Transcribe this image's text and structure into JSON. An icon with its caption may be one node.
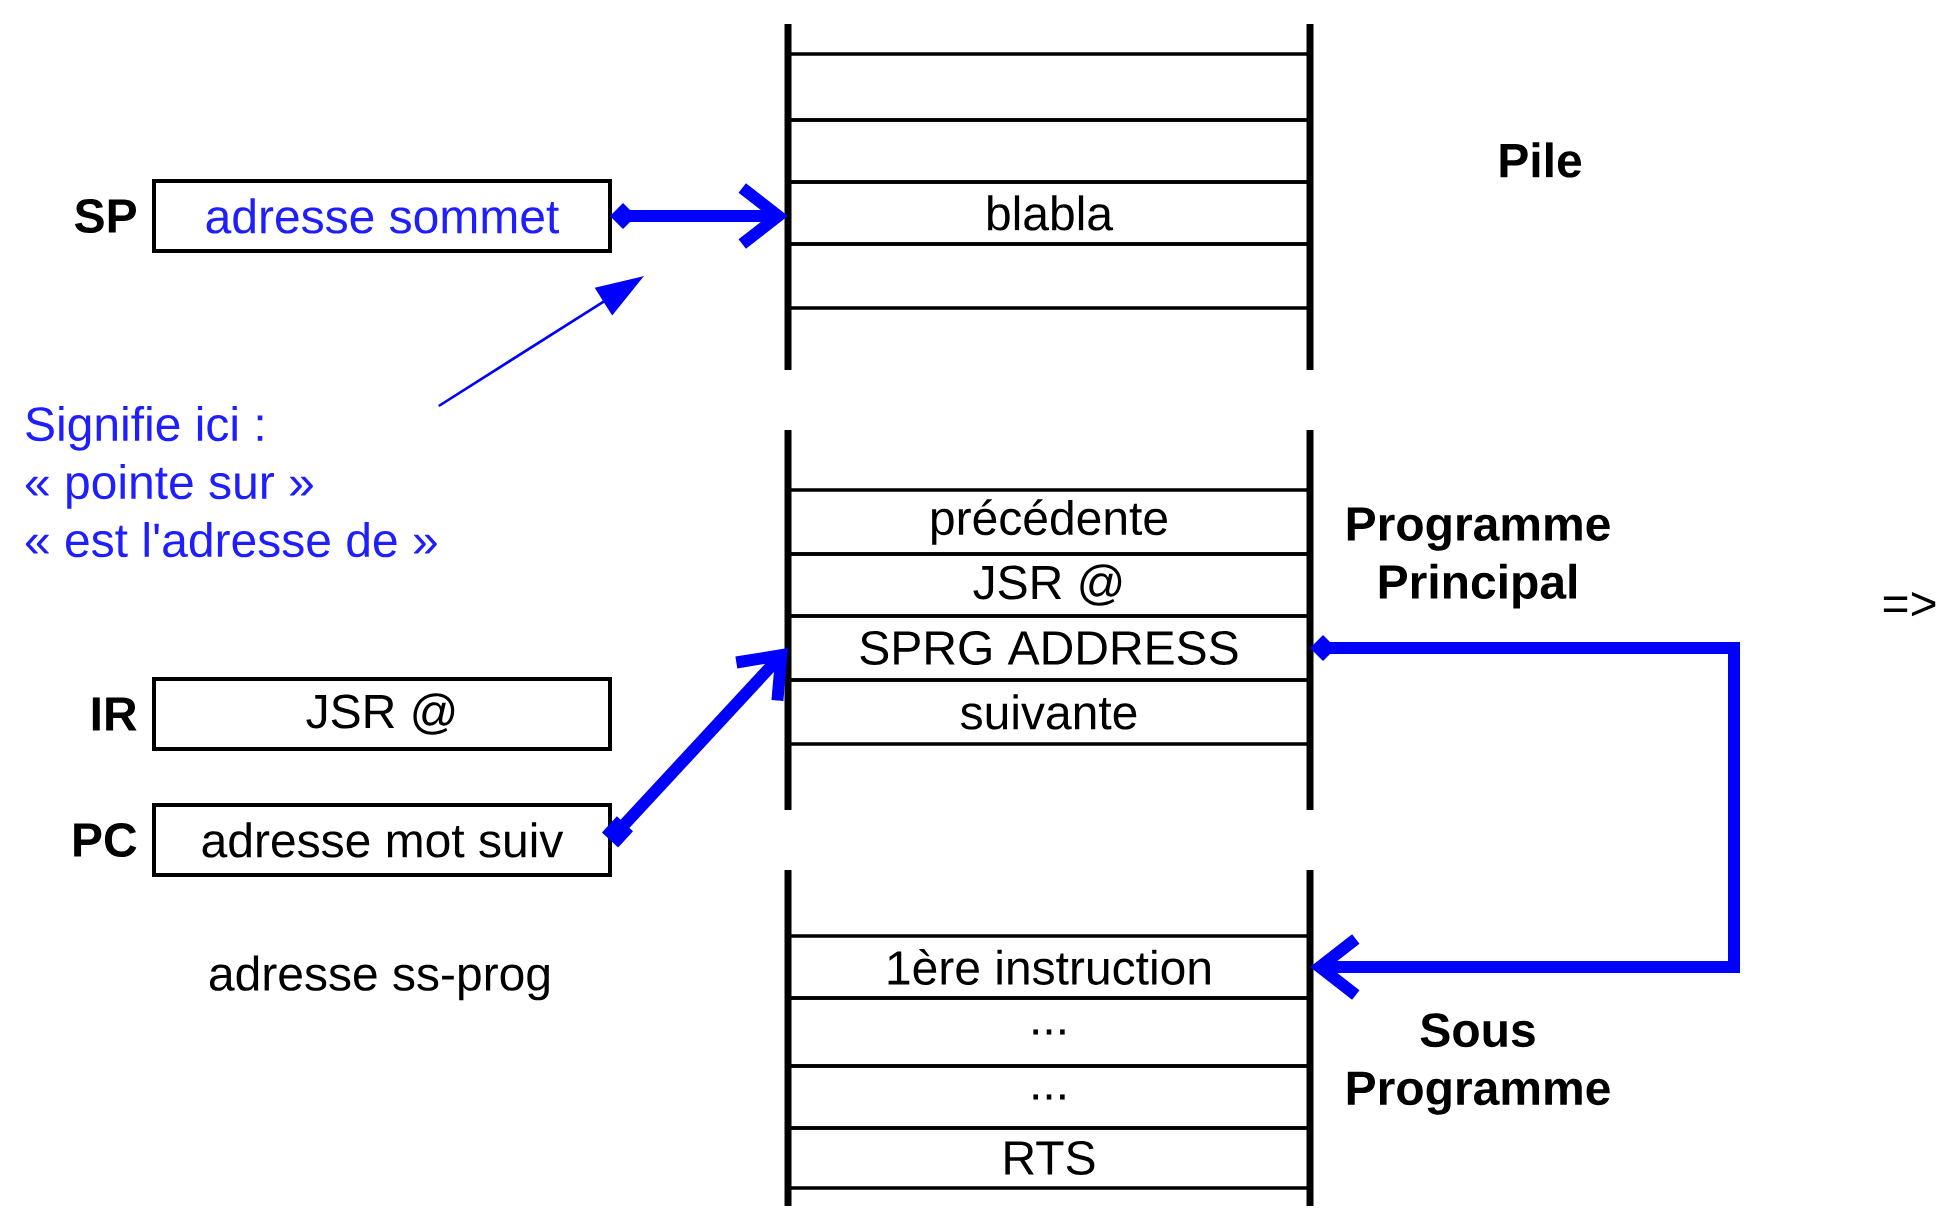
{
  "diagram": {
    "nodes": [
      {
        "text": [
          "SP",
          "adresse sommet"
        ]
      },
      {
        "text": [
          "Signifie ici :",
          "« pointe sur »",
          "« est l'adresse de »"
        ]
      },
      {
        "text": [
          "IR",
          "JSR @"
        ]
      },
      {
        "text": [
          "PC",
          "adresse mot suiv"
        ]
      },
      {
        "text": [
          "Pile"
        ]
      },
      {
        "text": [],
        "shape": "box",
        "in": 4
      },
      {
        "text": [],
        "shape": "box",
        "in": 4
      },
      {
        "text": [
          "blabla"
        ],
        "in": 4
      },
      {
        "text": [],
        "shape": "box",
        "in": 4
      },
      {
        "text": [
          "Programme Principal"
        ]
      },
      {
        "text": [
          "précédente"
        ],
        "in": 9
      },
      {
        "text": [
          "JSR @"
        ],
        "in": 9
      },
      {
        "text": [
          "SPRG ADDRESS"
        ],
        "in": 9
      },
      {
        "text": [
          "suivante"
        ],
        "in": 9
      },
      {
        "text": [
          "Sous Programme"
        ]
      },
      {
        "text": [
          "1ère instruction"
        ],
        "in": 14
      },
      {
        "text": [
          "..."
        ],
        "in": 14
      },
      {
        "text": [
          "..."
        ],
        "in": 14
      },
      {
        "text": [
          "RTS"
        ],
        "in": 14
      }
    ],
    "edges": [
      {
        "from": 0,
        "to": 7,
        "arrow": "to"
      },
      {
        "from": 3,
        "to": 12,
        "arrow": "to"
      },
      {
        "from": 12,
        "to": 15,
        "arrow": "to"
      },
      {
        "from": 1,
        "to": null,
        "arrow": "to"
      }
    ],
    "labels": [
      "adresse ss-prog",
      "=>"
    ]
  }
}
